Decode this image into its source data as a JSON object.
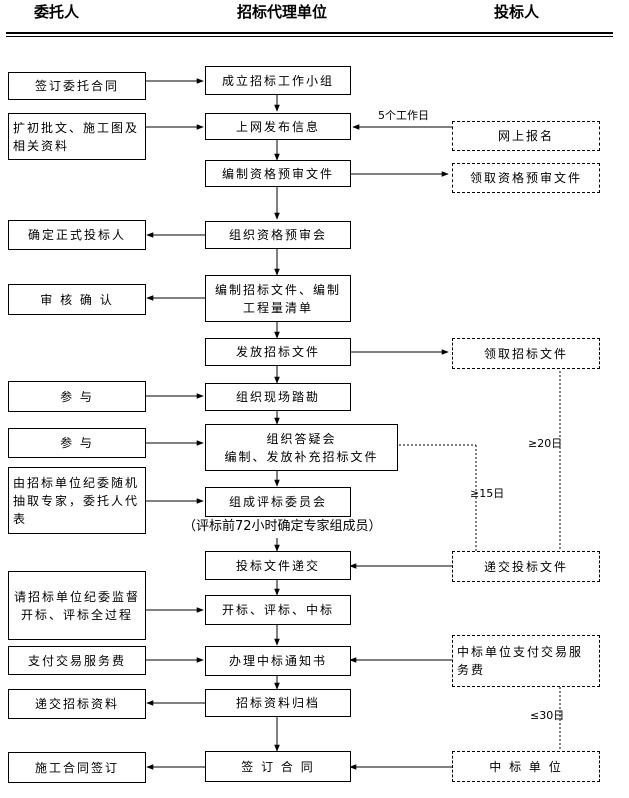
{
  "headers": {
    "left": "委托人",
    "center": "招标代理单位",
    "right": "投标人"
  },
  "center": [
    "成立招标工作小组",
    "上网发布信息",
    "编制资格预审文件",
    "组织资格预审会",
    "编制招标文件、编制工程量清单",
    "发放招标文件",
    "组织现场踏勘",
    "组织答疑会",
    "编制、发放补充招标文件",
    "组成评标委员会",
    "投标文件递交",
    "开标、评标、中标",
    "办理中标通知书",
    "招标资料归档",
    "签 订 合 同"
  ],
  "left": [
    "签订委托合同",
    "扩初批文、施工图及相关资料",
    "确定正式投标人",
    "审 核 确 认",
    "参 与",
    "参 与",
    "由招标单位纪委随机抽取专家，委托人代表",
    "请招标单位纪委监督开标、评标全过程",
    "支付交易服务费",
    "递交招标资料",
    "施工合同签订"
  ],
  "right": [
    "网上报名",
    "领取资格预审文件",
    "领取招标文件",
    "递交投标文件",
    "中标单位支付交易服务费",
    "中 标 单 位"
  ],
  "notes": {
    "five_days": "5个工作日",
    "ge20": "≥20日",
    "ge15": "≥15日",
    "expert": "（评标前72小时确定专家组成员）",
    "le30": "≤30日"
  }
}
